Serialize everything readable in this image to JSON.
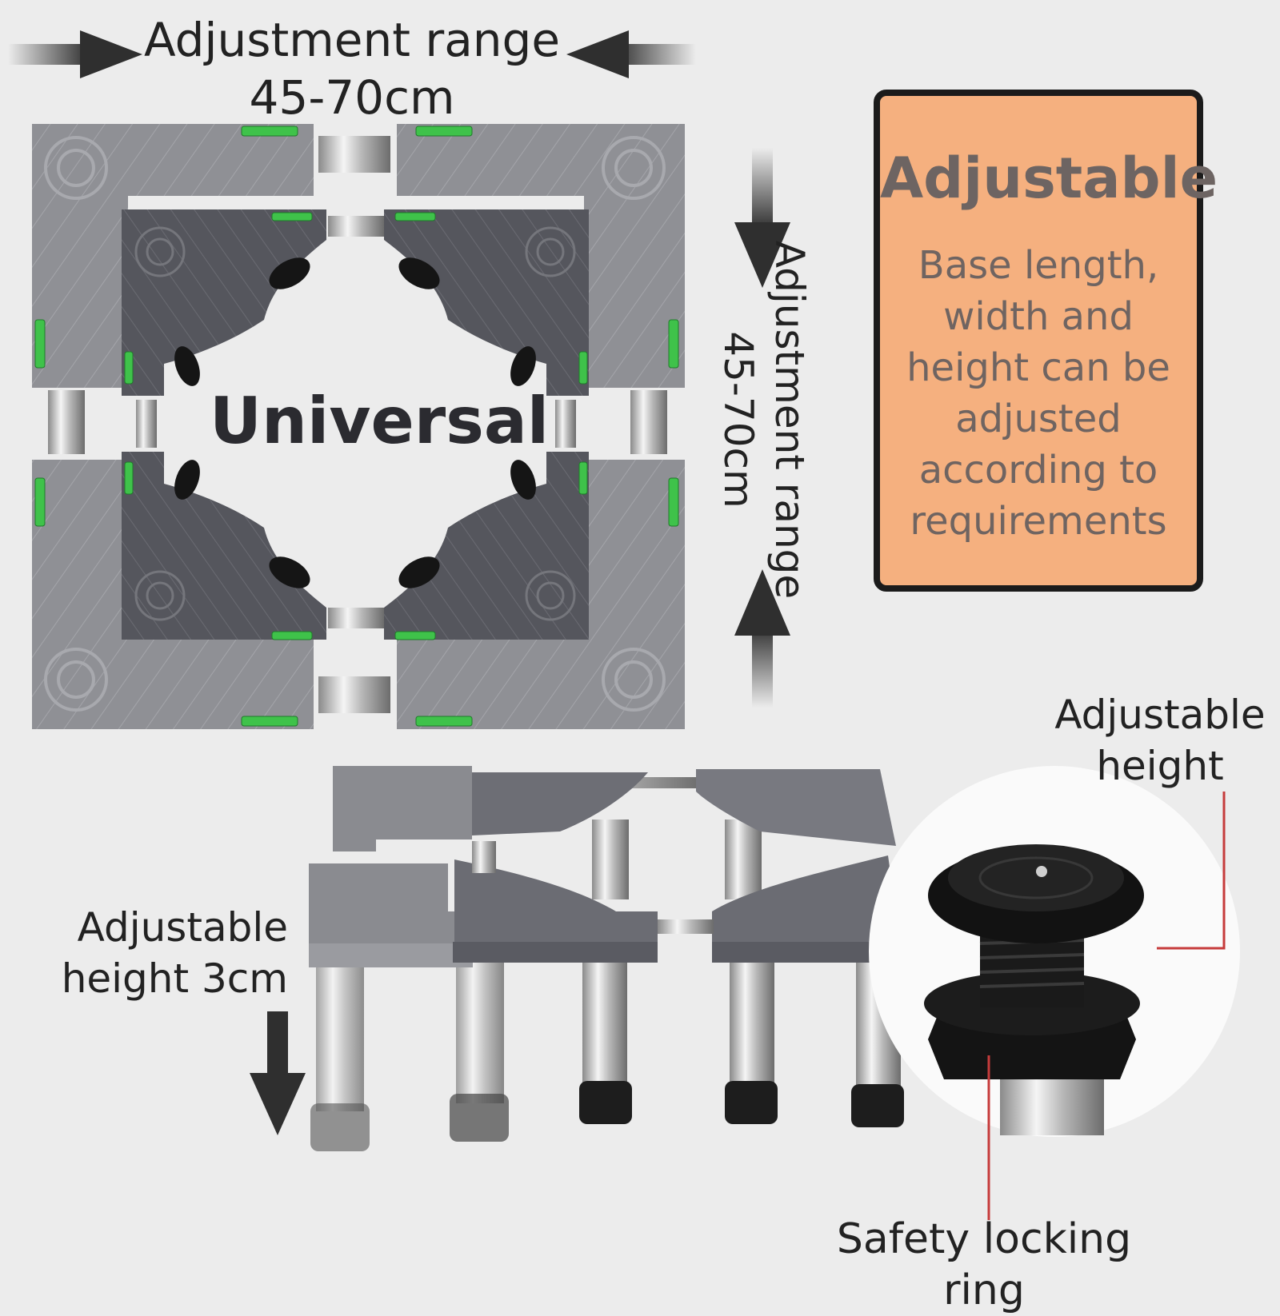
{
  "top_range": {
    "line1": "Adjustment range",
    "line2": "45-70cm"
  },
  "center_label": "Universal",
  "side_range": {
    "line1": "Adjustment range",
    "line2": "45-70cm"
  },
  "info_box": {
    "title": "Adjustable",
    "body": "Base length, width and height can be adjusted according to requirements"
  },
  "callouts": {
    "adjustable_height": "Adjustable height",
    "adjustable_height_3cm": "Adjustable height 3cm",
    "safety_ring": "Safety locking ring"
  },
  "colors": {
    "background": "#ececec",
    "info_box_fill": "#f5b07f",
    "light_gray_panel": "#8f9095",
    "dark_gray_panel": "#55565d",
    "level_green": "#3fc24a",
    "callout_line": "#c63b3b"
  }
}
